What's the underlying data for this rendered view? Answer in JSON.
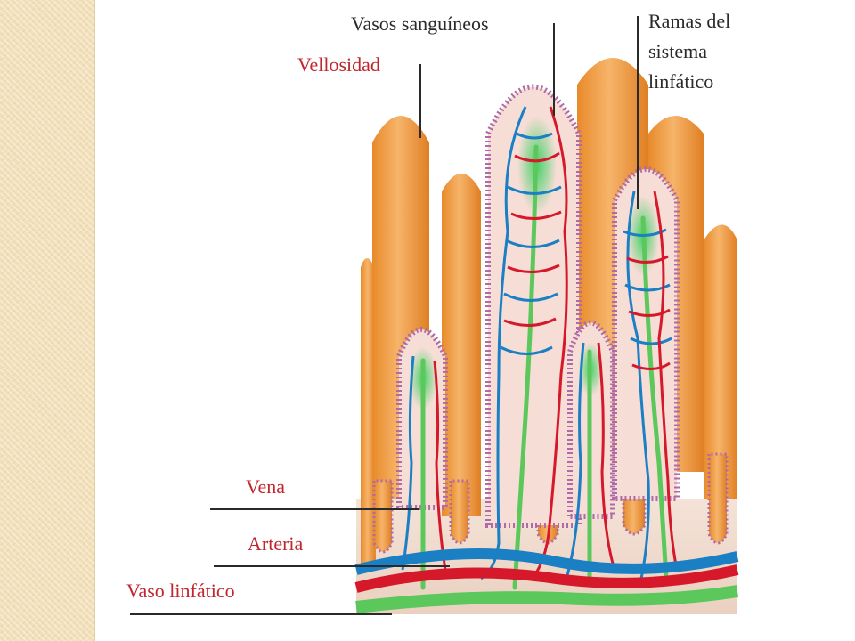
{
  "labels": {
    "vasos_sanguineos": "Vasos sanguíneos",
    "vellosidad": "Vellosidad",
    "ramas_line1": "Ramas del",
    "ramas_line2": "sistema",
    "ramas_line3": "linfático",
    "vena": "Vena",
    "arteria": "Arteria",
    "vaso_linfatico": "Vaso linfático"
  },
  "colors": {
    "villus_orange": "#f0a34a",
    "epithelium_purple": "#b06aa6",
    "artery_red": "#d6192a",
    "vein_blue": "#1b7fc4",
    "lymph_green": "#5cc85c",
    "label_red": "#c0262d",
    "label_dark": "#2a2a2a",
    "left_strip": "#f2dfb8"
  }
}
